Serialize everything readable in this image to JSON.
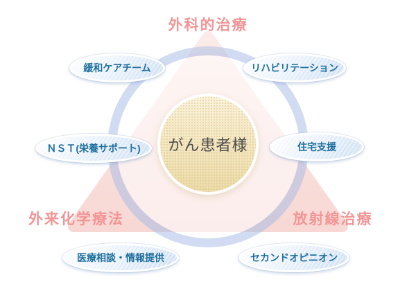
{
  "diagram": {
    "title_hint": "cancer-patient support diagram",
    "center": {
      "label": "がん患者様"
    },
    "treatments": {
      "top": "外科的治療",
      "bottom_left": "外来化学療法",
      "bottom_right": "放射線治療"
    },
    "supports": [
      {
        "label": "緩和ケアチーム"
      },
      {
        "label": "リハビリテーション"
      },
      {
        "label": "ＮＳＴ(栄養サポート)"
      },
      {
        "label": "住宅支援"
      },
      {
        "label": "医療相談・情報提供"
      },
      {
        "label": "セカンドオピニオン"
      }
    ],
    "colors": {
      "treatment_text": "#f39595",
      "support_text": "#1f6f9e",
      "triangle_top": "#fcebe8",
      "triangle_bottom": "#f7d8d4",
      "ring": "#a4bae6",
      "center_fill": "#f3e6bf",
      "center_text": "#4d4d4d"
    }
  }
}
